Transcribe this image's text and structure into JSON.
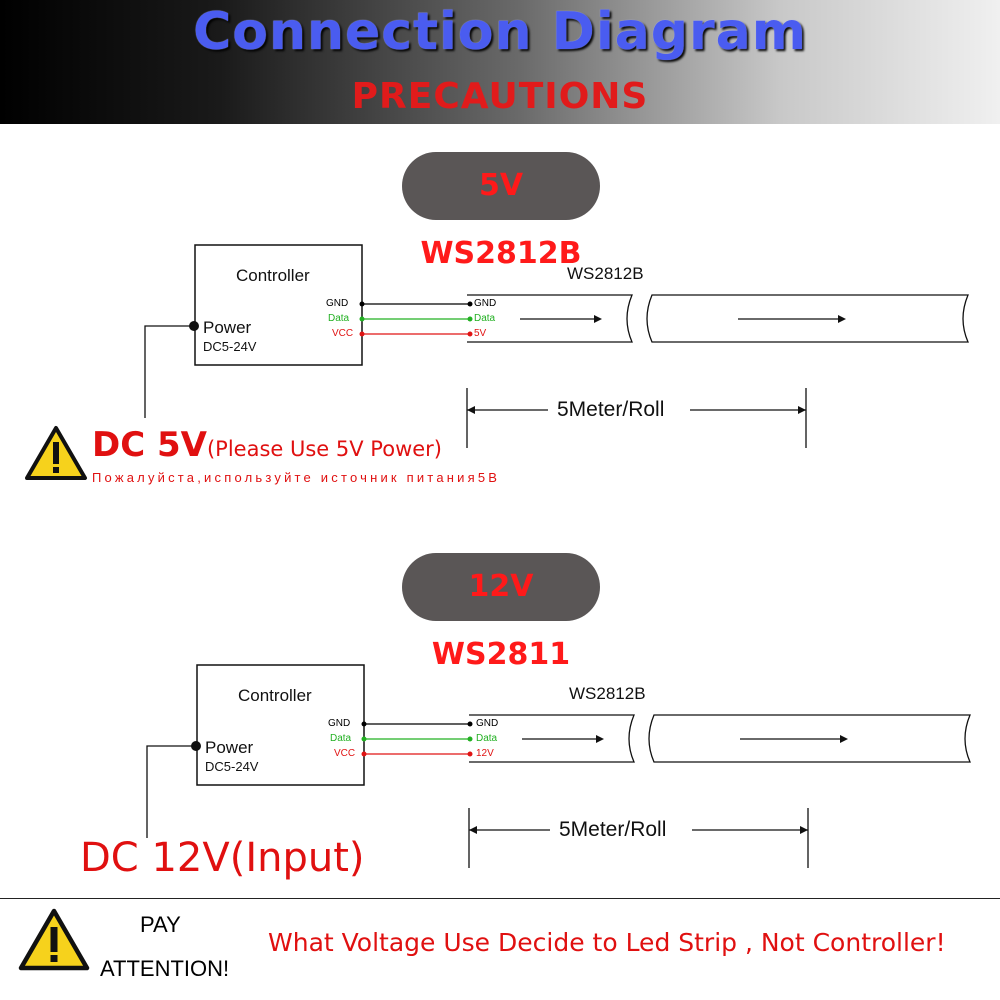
{
  "header": {
    "title": "Connection Diagram",
    "subtitle": "PRECAUTIONS"
  },
  "section1": {
    "badge": "5V WS2812B",
    "controller_label": "Controller",
    "pins": [
      "GND",
      "Data",
      "VCC"
    ],
    "strip_pins": [
      "GND",
      "Data",
      "5V"
    ],
    "power_label": "Power",
    "power_range": "DC5-24V",
    "strip_label": "WS2812B",
    "length_label": "5Meter/Roll",
    "dc_main": "DC 5V",
    "dc_note": "(Please Use 5V Power)",
    "russian_note": "Пожалуйста,используйте источник питания5В"
  },
  "section2": {
    "badge": "12V WS2811",
    "controller_label": "Controller",
    "pins": [
      "GND",
      "Data",
      "VCC"
    ],
    "strip_pins": [
      "GND",
      "Data",
      "12V"
    ],
    "power_label": "Power",
    "power_range": "DC5-24V",
    "strip_label": "WS2812B",
    "length_label": "5Meter/Roll",
    "dc_label": "DC 12V(Input)"
  },
  "footer": {
    "pay": "PAY",
    "attention": "ATTENTION!",
    "message": "What Voltage Use Decide to Led Strip , Not Controller!"
  },
  "colors": {
    "title": "#4a5cf0",
    "warning_red": "#e01010",
    "data_wire": "#22b022",
    "vcc_wire": "#e01414",
    "gnd_wire": "#000000",
    "badge_bg": "#5a5656",
    "warning_yellow": "#f6d21c"
  },
  "icons": [
    "warning-triangle-icon",
    "arrow-right-icon"
  ]
}
